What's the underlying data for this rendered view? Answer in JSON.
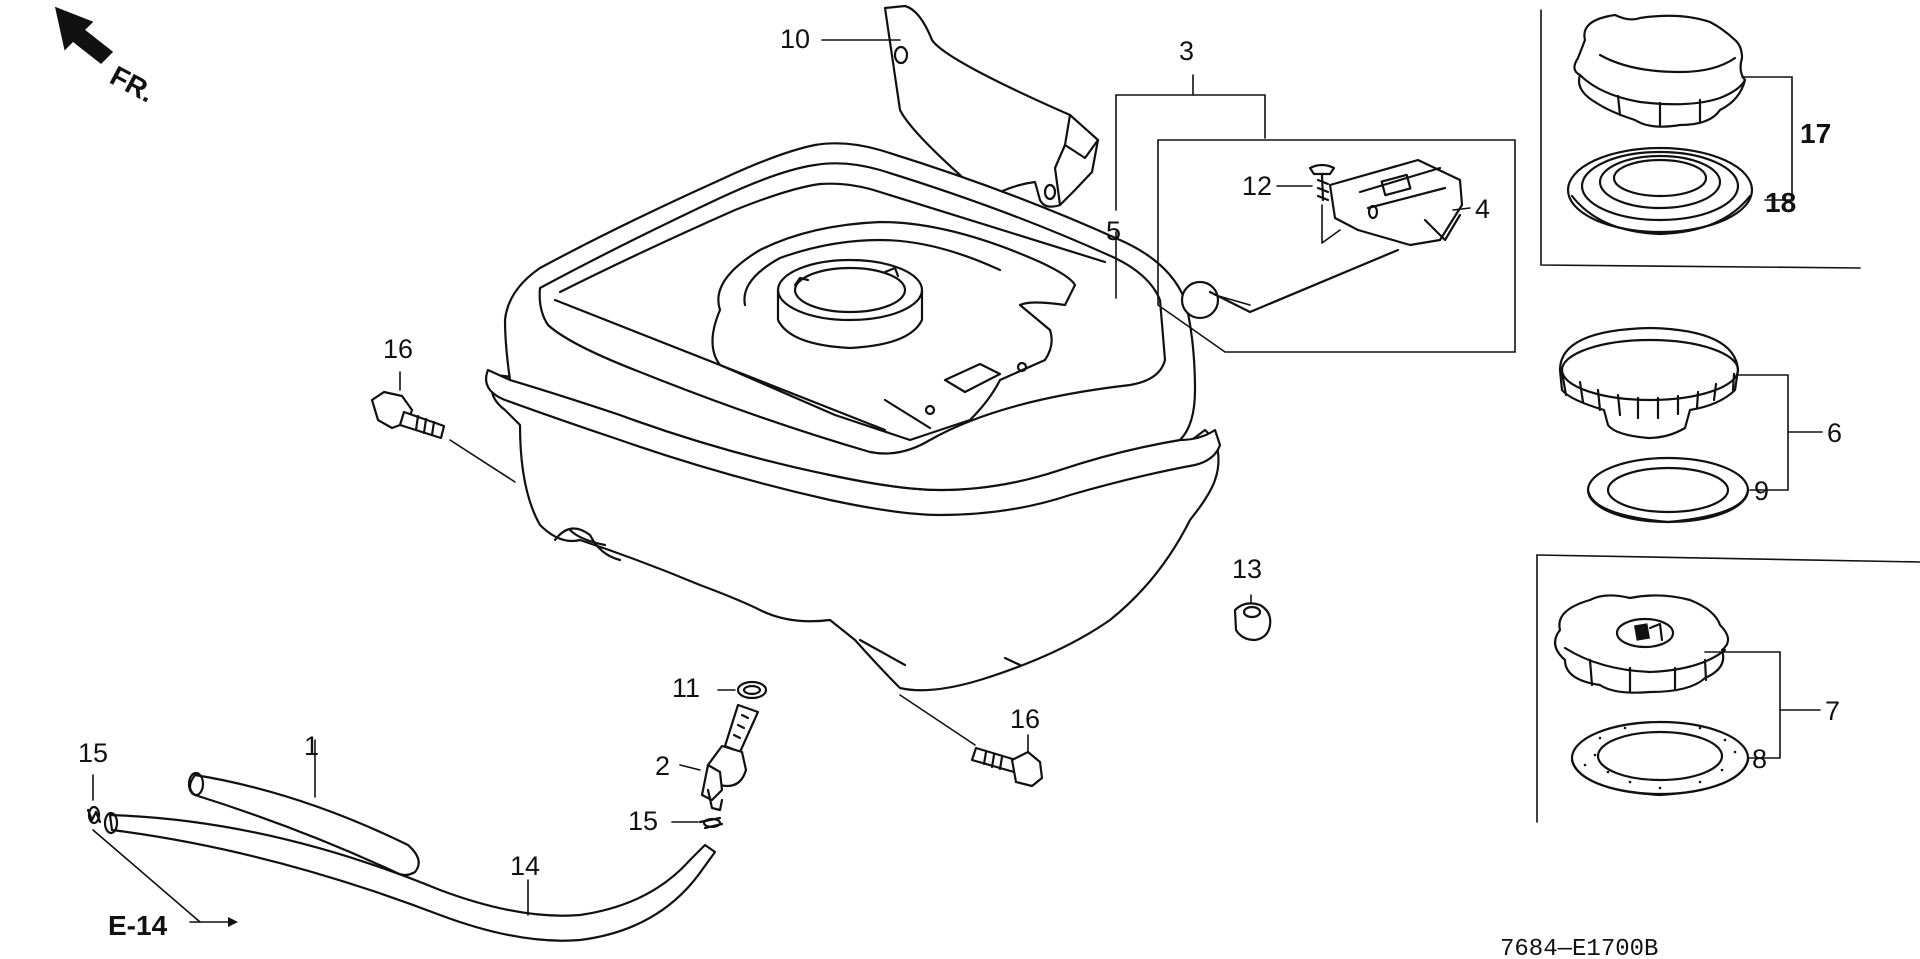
{
  "callouts": {
    "c1": "1",
    "c2": "2",
    "c3": "3",
    "c4": "4",
    "c5": "5",
    "c6": "6",
    "c7": "7",
    "c8": "8",
    "c9": "9",
    "c10": "10",
    "c11": "11",
    "c12": "12",
    "c13": "13",
    "c14": "14",
    "c15a": "15",
    "c15b": "15",
    "c16a": "16",
    "c16b": "16",
    "c17": "17",
    "c18": "18"
  },
  "front_arrow_label": "FR.",
  "section_ref": "E-14",
  "drawing_code": "7684—E1700B",
  "icons": [
    "front-direction-arrow",
    "fuel-pump-symbol"
  ]
}
